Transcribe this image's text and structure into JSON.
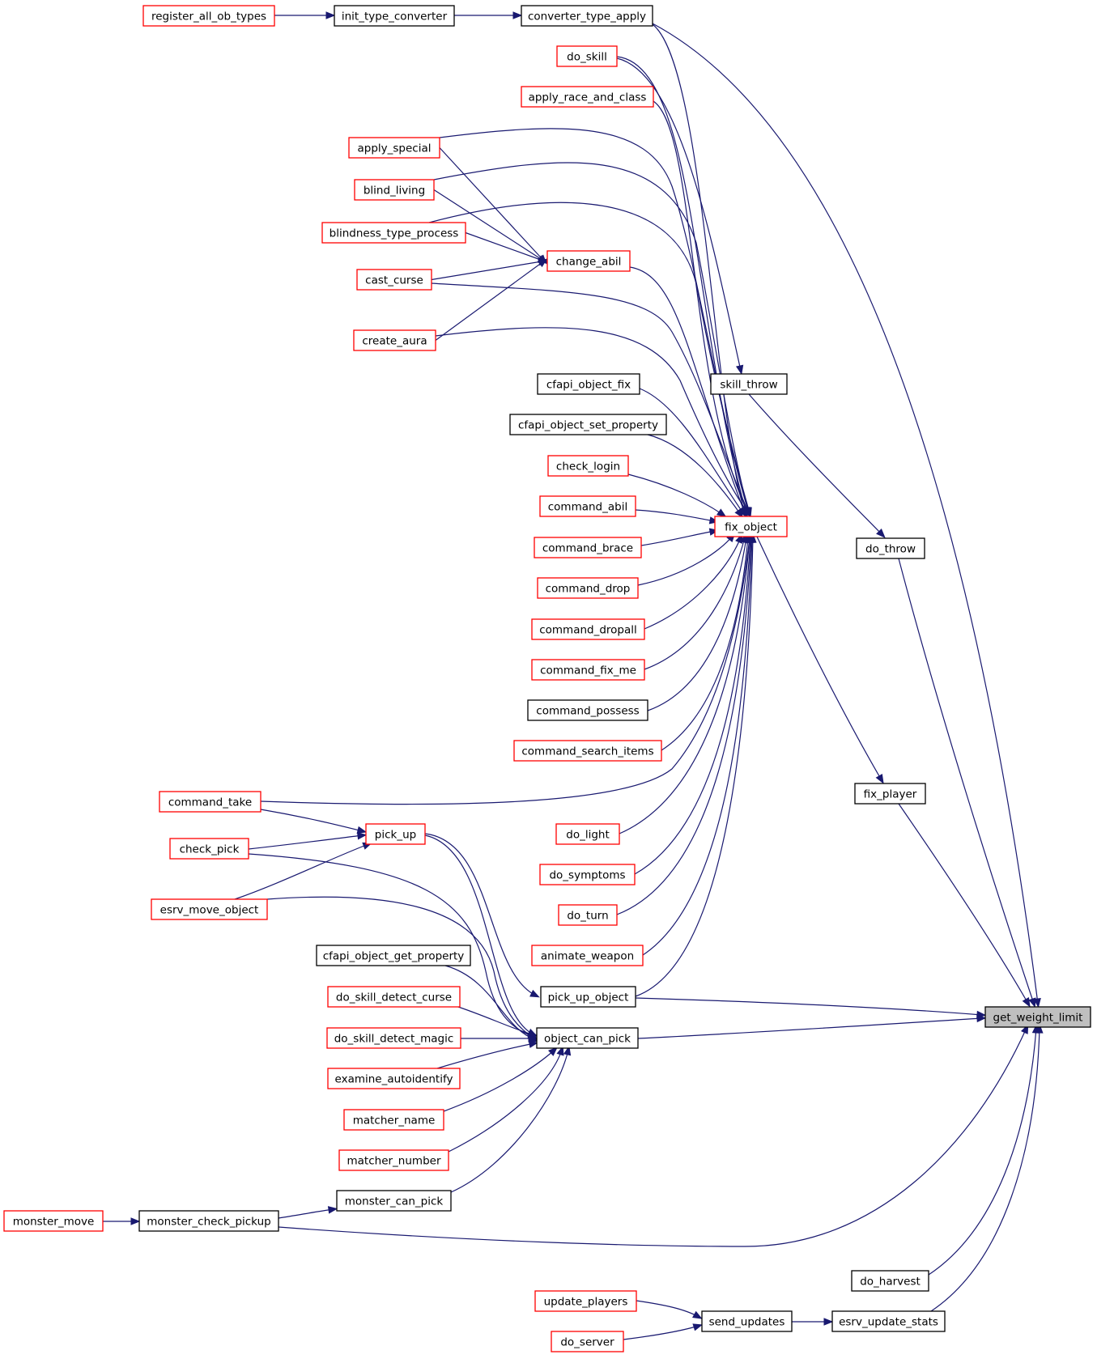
{
  "colors": {
    "edge": "#191970",
    "border_link": "#ff0000",
    "border_plain": "#000000",
    "focus_fill": "#bfbfbf",
    "node_fill": "#ffffff"
  },
  "nodes": [
    {
      "id": "register_all_ob_types",
      "label": "register_all_ob_types",
      "style": "red"
    },
    {
      "id": "init_type_converter",
      "label": "init_type_converter",
      "style": "black"
    },
    {
      "id": "converter_type_apply",
      "label": "converter_type_apply",
      "style": "black"
    },
    {
      "id": "do_skill",
      "label": "do_skill",
      "style": "red"
    },
    {
      "id": "apply_race_and_class",
      "label": "apply_race_and_class",
      "style": "red"
    },
    {
      "id": "apply_special",
      "label": "apply_special",
      "style": "red"
    },
    {
      "id": "blind_living",
      "label": "blind_living",
      "style": "red"
    },
    {
      "id": "blindness_type_process",
      "label": "blindness_type_process",
      "style": "red"
    },
    {
      "id": "change_abil",
      "label": "change_abil",
      "style": "red"
    },
    {
      "id": "cast_curse",
      "label": "cast_curse",
      "style": "red"
    },
    {
      "id": "create_aura",
      "label": "create_aura",
      "style": "red"
    },
    {
      "id": "cfapi_object_fix",
      "label": "cfapi_object_fix",
      "style": "black"
    },
    {
      "id": "skill_throw",
      "label": "skill_throw",
      "style": "black"
    },
    {
      "id": "cfapi_object_set_property",
      "label": "cfapi_object_set_property",
      "style": "black"
    },
    {
      "id": "check_login",
      "label": "check_login",
      "style": "red"
    },
    {
      "id": "command_abil",
      "label": "command_abil",
      "style": "red"
    },
    {
      "id": "fix_object",
      "label": "fix_object",
      "style": "red"
    },
    {
      "id": "do_throw",
      "label": "do_throw",
      "style": "black"
    },
    {
      "id": "command_brace",
      "label": "command_brace",
      "style": "red"
    },
    {
      "id": "command_drop",
      "label": "command_drop",
      "style": "red"
    },
    {
      "id": "command_dropall",
      "label": "command_dropall",
      "style": "red"
    },
    {
      "id": "command_fix_me",
      "label": "command_fix_me",
      "style": "red"
    },
    {
      "id": "command_possess",
      "label": "command_possess",
      "style": "black"
    },
    {
      "id": "command_search_items",
      "label": "command_search_items",
      "style": "red"
    },
    {
      "id": "fix_player",
      "label": "fix_player",
      "style": "black"
    },
    {
      "id": "command_take",
      "label": "command_take",
      "style": "red"
    },
    {
      "id": "pick_up",
      "label": "pick_up",
      "style": "red"
    },
    {
      "id": "do_light",
      "label": "do_light",
      "style": "red"
    },
    {
      "id": "check_pick",
      "label": "check_pick",
      "style": "red"
    },
    {
      "id": "do_symptoms",
      "label": "do_symptoms",
      "style": "red"
    },
    {
      "id": "esrv_move_object",
      "label": "esrv_move_object",
      "style": "red"
    },
    {
      "id": "do_turn",
      "label": "do_turn",
      "style": "red"
    },
    {
      "id": "cfapi_object_get_property",
      "label": "cfapi_object_get_property",
      "style": "black"
    },
    {
      "id": "animate_weapon",
      "label": "animate_weapon",
      "style": "red"
    },
    {
      "id": "do_skill_detect_curse",
      "label": "do_skill_detect_curse",
      "style": "red"
    },
    {
      "id": "pick_up_object",
      "label": "pick_up_object",
      "style": "black"
    },
    {
      "id": "get_weight_limit",
      "label": "get_weight_limit",
      "style": "focus"
    },
    {
      "id": "do_skill_detect_magic",
      "label": "do_skill_detect_magic",
      "style": "red"
    },
    {
      "id": "object_can_pick",
      "label": "object_can_pick",
      "style": "black"
    },
    {
      "id": "examine_autoidentify",
      "label": "examine_autoidentify",
      "style": "red"
    },
    {
      "id": "matcher_name",
      "label": "matcher_name",
      "style": "red"
    },
    {
      "id": "matcher_number",
      "label": "matcher_number",
      "style": "red"
    },
    {
      "id": "monster_can_pick",
      "label": "monster_can_pick",
      "style": "black"
    },
    {
      "id": "monster_move",
      "label": "monster_move",
      "style": "red"
    },
    {
      "id": "monster_check_pickup",
      "label": "monster_check_pickup",
      "style": "black"
    },
    {
      "id": "do_harvest",
      "label": "do_harvest",
      "style": "black"
    },
    {
      "id": "update_players",
      "label": "update_players",
      "style": "red"
    },
    {
      "id": "send_updates",
      "label": "send_updates",
      "style": "black"
    },
    {
      "id": "esrv_update_stats",
      "label": "esrv_update_stats",
      "style": "black"
    },
    {
      "id": "do_server",
      "label": "do_server",
      "style": "red"
    }
  ],
  "edges": [
    {
      "from": "register_all_ob_types",
      "to": "init_type_converter"
    },
    {
      "from": "init_type_converter",
      "to": "converter_type_apply"
    },
    {
      "from": "converter_type_apply",
      "to": "fix_object"
    },
    {
      "from": "converter_type_apply",
      "to": "get_weight_limit"
    },
    {
      "from": "do_skill",
      "to": "fix_object"
    },
    {
      "from": "do_skill",
      "to": "skill_throw"
    },
    {
      "from": "apply_race_and_class",
      "to": "fix_object"
    },
    {
      "from": "apply_special",
      "to": "change_abil"
    },
    {
      "from": "apply_special",
      "to": "fix_object"
    },
    {
      "from": "blind_living",
      "to": "change_abil"
    },
    {
      "from": "blind_living",
      "to": "fix_object"
    },
    {
      "from": "blindness_type_process",
      "to": "change_abil"
    },
    {
      "from": "blindness_type_process",
      "to": "fix_object"
    },
    {
      "from": "cast_curse",
      "to": "change_abil"
    },
    {
      "from": "cast_curse",
      "to": "fix_object"
    },
    {
      "from": "create_aura",
      "to": "change_abil"
    },
    {
      "from": "create_aura",
      "to": "fix_object"
    },
    {
      "from": "change_abil",
      "to": "fix_object"
    },
    {
      "from": "cfapi_object_fix",
      "to": "fix_object"
    },
    {
      "from": "cfapi_object_set_property",
      "to": "fix_object"
    },
    {
      "from": "check_login",
      "to": "fix_object"
    },
    {
      "from": "command_abil",
      "to": "fix_object"
    },
    {
      "from": "command_brace",
      "to": "fix_object"
    },
    {
      "from": "command_drop",
      "to": "fix_object"
    },
    {
      "from": "command_dropall",
      "to": "fix_object"
    },
    {
      "from": "command_fix_me",
      "to": "fix_object"
    },
    {
      "from": "command_possess",
      "to": "fix_object"
    },
    {
      "from": "command_search_items",
      "to": "fix_object"
    },
    {
      "from": "command_take",
      "to": "fix_object"
    },
    {
      "from": "command_take",
      "to": "pick_up"
    },
    {
      "from": "do_light",
      "to": "fix_object"
    },
    {
      "from": "do_symptoms",
      "to": "fix_object"
    },
    {
      "from": "do_turn",
      "to": "fix_object"
    },
    {
      "from": "animate_weapon",
      "to": "fix_object"
    },
    {
      "from": "pick_up_object",
      "to": "fix_object"
    },
    {
      "from": "fix_object",
      "to": "fix_player"
    },
    {
      "from": "skill_throw",
      "to": "do_throw"
    },
    {
      "from": "do_throw",
      "to": "get_weight_limit"
    },
    {
      "from": "fix_player",
      "to": "get_weight_limit"
    },
    {
      "from": "check_pick",
      "to": "pick_up"
    },
    {
      "from": "esrv_move_object",
      "to": "pick_up"
    },
    {
      "from": "pick_up",
      "to": "pick_up_object"
    },
    {
      "from": "pick_up",
      "to": "object_can_pick"
    },
    {
      "from": "check_pick",
      "to": "object_can_pick"
    },
    {
      "from": "esrv_move_object",
      "to": "object_can_pick"
    },
    {
      "from": "cfapi_object_get_property",
      "to": "object_can_pick"
    },
    {
      "from": "do_skill_detect_curse",
      "to": "object_can_pick"
    },
    {
      "from": "do_skill_detect_magic",
      "to": "object_can_pick"
    },
    {
      "from": "examine_autoidentify",
      "to": "object_can_pick"
    },
    {
      "from": "matcher_name",
      "to": "object_can_pick"
    },
    {
      "from": "matcher_number",
      "to": "object_can_pick"
    },
    {
      "from": "monster_can_pick",
      "to": "object_can_pick"
    },
    {
      "from": "pick_up_object",
      "to": "get_weight_limit"
    },
    {
      "from": "object_can_pick",
      "to": "get_weight_limit"
    },
    {
      "from": "monster_move",
      "to": "monster_check_pickup"
    },
    {
      "from": "monster_check_pickup",
      "to": "monster_can_pick"
    },
    {
      "from": "monster_check_pickup",
      "to": "get_weight_limit"
    },
    {
      "from": "do_harvest",
      "to": "get_weight_limit"
    },
    {
      "from": "update_players",
      "to": "send_updates"
    },
    {
      "from": "do_server",
      "to": "send_updates"
    },
    {
      "from": "send_updates",
      "to": "esrv_update_stats"
    },
    {
      "from": "esrv_update_stats",
      "to": "get_weight_limit"
    }
  ]
}
